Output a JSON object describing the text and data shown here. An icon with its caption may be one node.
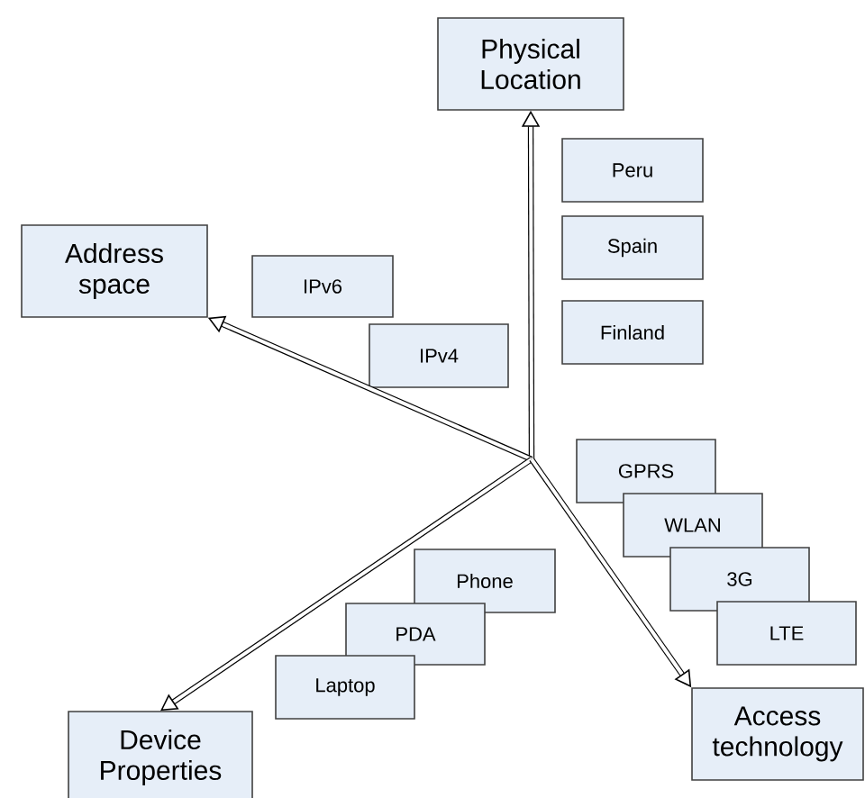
{
  "diagram": {
    "nodes": [
      {
        "text": [
          "Physical Location"
        ]
      },
      {
        "text": [
          "Peru"
        ]
      },
      {
        "text": [
          "Spain"
        ]
      },
      {
        "text": [
          "Finland"
        ]
      },
      {
        "text": [
          "Address space"
        ]
      },
      {
        "text": [
          "IPv6"
        ]
      },
      {
        "text": [
          "IPv4"
        ]
      },
      {
        "text": [
          "GPRS"
        ]
      },
      {
        "text": [
          "WLAN"
        ]
      },
      {
        "text": [
          "3G"
        ]
      },
      {
        "text": [
          "LTE"
        ]
      },
      {
        "text": [
          "Phone"
        ]
      },
      {
        "text": [
          "PDA"
        ]
      },
      {
        "text": [
          "Laptop"
        ]
      },
      {
        "text": [
          "Device Properties"
        ]
      },
      {
        "text": [
          "Access technology"
        ]
      }
    ],
    "edges": [
      {
        "from": null,
        "to": 0,
        "arrow": "to"
      },
      {
        "from": null,
        "to": 4,
        "arrow": "to"
      },
      {
        "from": null,
        "to": 14,
        "arrow": "to"
      },
      {
        "from": null,
        "to": 15,
        "arrow": "to"
      }
    ]
  }
}
